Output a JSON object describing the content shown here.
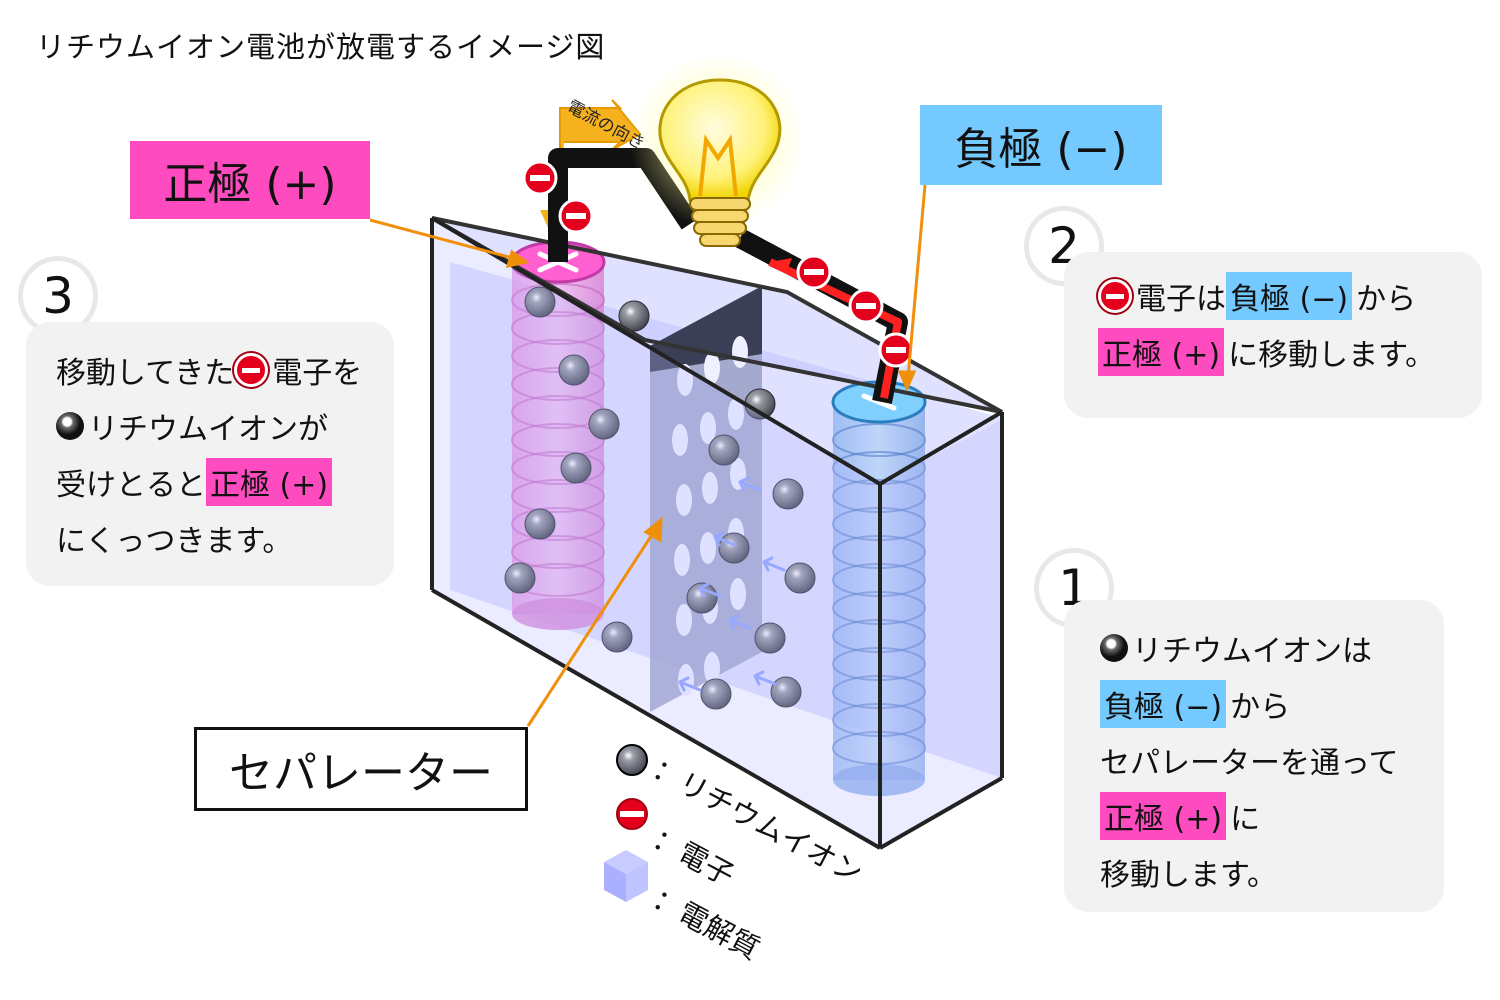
{
  "title": "リチウムイオン電池が放電するイメージ図",
  "labels": {
    "positive": "正極 (+)",
    "negative": "負極 (−)",
    "separator": "セパレーター"
  },
  "current_direction": "電流の向き",
  "steps": [
    {
      "number": "1",
      "lines": [
        {
          "icon": "lithium-ion-icon",
          "text": "リチウムイオンは"
        },
        {
          "highlight": "負極 (−)",
          "highlight_color": "blue",
          "text": "から"
        },
        {
          "text": "セパレーターを通って"
        },
        {
          "highlight": "正極 (+)",
          "highlight_color": "pink",
          "text": "に"
        },
        {
          "text": "移動します。"
        }
      ]
    },
    {
      "number": "2",
      "lines": [
        {
          "icon": "electron-icon",
          "text": "電子は",
          "highlight": "負極 (−)",
          "highlight_color": "blue",
          "after": "から"
        },
        {
          "highlight": "正極 (+)",
          "highlight_color": "pink",
          "text": "に移動します。"
        }
      ]
    },
    {
      "number": "3",
      "lines": [
        {
          "text": "移動してきた",
          "icon": "electron-icon",
          "after": "電子を"
        },
        {
          "icon": "lithium-ion-icon",
          "text": "リチウムイオンが"
        },
        {
          "text": "受けとると",
          "highlight": "正極 (+)",
          "highlight_color": "pink"
        },
        {
          "text": "にくっつきます。"
        }
      ]
    }
  ],
  "legend": [
    {
      "icon": "lithium-ion-icon",
      "text": "：リチウムイオン"
    },
    {
      "icon": "electron-icon",
      "text": "：電子"
    },
    {
      "icon": "electrolyte-icon",
      "text": "：電解質"
    }
  ],
  "colors": {
    "positive": "#ff4bc0",
    "negative": "#74c9ff",
    "card": "#f2f2f2",
    "electron": "#e4001c",
    "current_arrow": "#ffb300",
    "electrolyte": "#b8bcff"
  }
}
